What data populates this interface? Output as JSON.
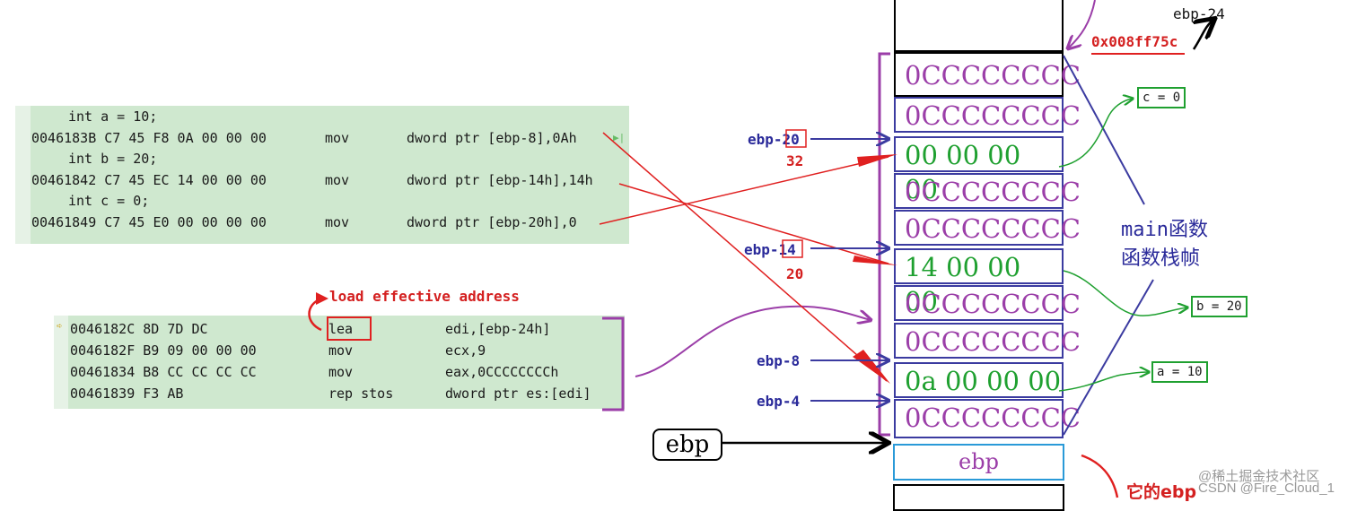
{
  "code_top": {
    "lines": [
      {
        "kind": "src",
        "text": "int a = 10;"
      },
      {
        "kind": "asm",
        "addr": "0046183B C7 45 F8 0A 00 00 00",
        "ins": "mov",
        "op": "dword ptr [ebp-8],0Ah"
      },
      {
        "kind": "src",
        "text": "int b = 20;"
      },
      {
        "kind": "asm",
        "addr": "00461842 C7 45 EC 14 00 00 00",
        "ins": "mov",
        "op": "dword ptr [ebp-14h],14h"
      },
      {
        "kind": "src",
        "text": "int c = 0;"
      },
      {
        "kind": "asm",
        "addr": "00461849 C7 45 E0 00 00 00 00",
        "ins": "mov",
        "op": "dword ptr [ebp-20h],0"
      }
    ]
  },
  "code_bottom": {
    "lines": [
      {
        "addr": "0046182C 8D 7D DC",
        "ins": "lea",
        "op": "edi,[ebp-24h]"
      },
      {
        "addr": "0046182F B9 09 00 00 00",
        "ins": "mov",
        "op": "ecx,9"
      },
      {
        "addr": "00461834 B8 CC CC CC CC",
        "ins": "mov",
        "op": "eax,0CCCCCCCCh"
      },
      {
        "addr": "00461839 F3 AB",
        "ins": "rep stos",
        "op": "dword ptr es:[edi]"
      }
    ]
  },
  "annotations": {
    "lea_label": "load effective address",
    "ebp_minus_24": "ebp-24",
    "addr_label": "0x008ff75c",
    "ebp20": "ebp-20",
    "ebp20_dec": "32",
    "ebp14": "ebp-14",
    "ebp14_dec": "20",
    "ebp8": "ebp-8",
    "ebp4": "ebp-4",
    "c_val": "c = 0",
    "b_val": "b = 20",
    "a_val": "a = 10",
    "main_line1": "main函数",
    "main_line2": "函数栈帧",
    "ebp_pointer": "ebp",
    "its_ebp": "它的ebp",
    "watermark_1": "@稀土掘金技术社区",
    "watermark_2": "CSDN @Fire_Cloud_1"
  },
  "stack": {
    "cells": [
      {
        "text": "0CCCCCCCC",
        "color": "purple"
      },
      {
        "text": "0CCCCCCCC",
        "color": "purple"
      },
      {
        "text": "00 00 00 00",
        "color": "green"
      },
      {
        "text": "0CCCCCCCC",
        "color": "purple"
      },
      {
        "text": "0CCCCCCCC",
        "color": "purple"
      },
      {
        "text": "14 00 00 00",
        "color": "green"
      },
      {
        "text": "0CCCCCCCC",
        "color": "purple"
      },
      {
        "text": "0CCCCCCCC",
        "color": "purple"
      },
      {
        "text": "0a 00 00 00",
        "color": "green"
      },
      {
        "text": "0CCCCCCCC",
        "color": "purple"
      }
    ],
    "ebp_cell": "ebp"
  },
  "colors": {
    "red": "#e02020",
    "blue": "#3b3ba0",
    "purple": "#9b3ea8",
    "green": "#1fa030",
    "panel": "#cfe8cf"
  }
}
